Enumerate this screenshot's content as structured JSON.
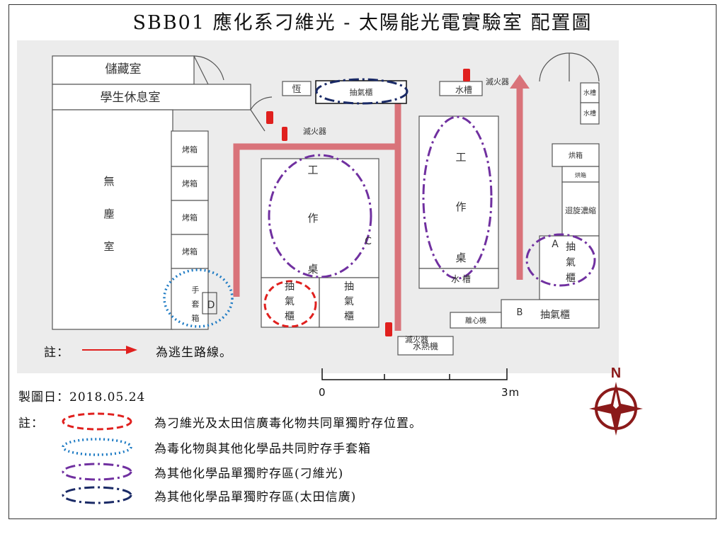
{
  "title": "SBB01  應化系刁維光 - 太陽能光電實驗室  配置圖",
  "rooms": {
    "storage": "儲藏室",
    "lounge": "學生休息室",
    "constant": "恆",
    "cleanroom": [
      "無",
      "塵",
      "室"
    ],
    "ovens": [
      "烤箱",
      "烤箱",
      "烤箱",
      "烤箱"
    ],
    "glovebox": [
      "手",
      "套",
      "箱"
    ],
    "hood_top": "抽氣櫃",
    "sink_top": "水槽",
    "sink_right": [
      "水槽",
      "水槽"
    ],
    "dryer": "烘箱",
    "small": "烘箱",
    "spin": "迴旋濃縮",
    "hood_a": [
      "抽",
      "氣",
      "櫃"
    ],
    "hood_b": "抽氣櫃",
    "centrifuge": "離心機",
    "workbench": [
      "工",
      "作",
      "桌"
    ],
    "sink_mid": "水 槽",
    "heater": "水熱機",
    "hood_bottom": [
      "抽",
      "氣",
      "櫃"
    ]
  },
  "marks": {
    "a": "A",
    "b": "B",
    "c": "C",
    "d": "D"
  },
  "extinguisher": "滅火器",
  "route_note_prefix": "註：",
  "route_note_text": "為逃生路線。",
  "scale": {
    "start": "0",
    "end": "3m"
  },
  "date": "製圖日：2018.05.24",
  "legend_prefix": "註：",
  "legend": [
    {
      "text": "為刁維光及太田信廣毒化物共同單獨貯存位置。",
      "color": "#e0201e"
    },
    {
      "text": "為毒化物與其他化學品共同貯存手套箱",
      "color": "#1e7bc4"
    },
    {
      "text": "為其他化學品單獨貯存區(刁維光)",
      "color": "#7030a0"
    },
    {
      "text": "為其他化學品單獨貯存區(太田信廣)",
      "color": "#1a2a66"
    }
  ],
  "compass": "N",
  "colors": {
    "route": "#d9737a",
    "arrow": "#e0201e",
    "compass": "#8b1a1a"
  }
}
